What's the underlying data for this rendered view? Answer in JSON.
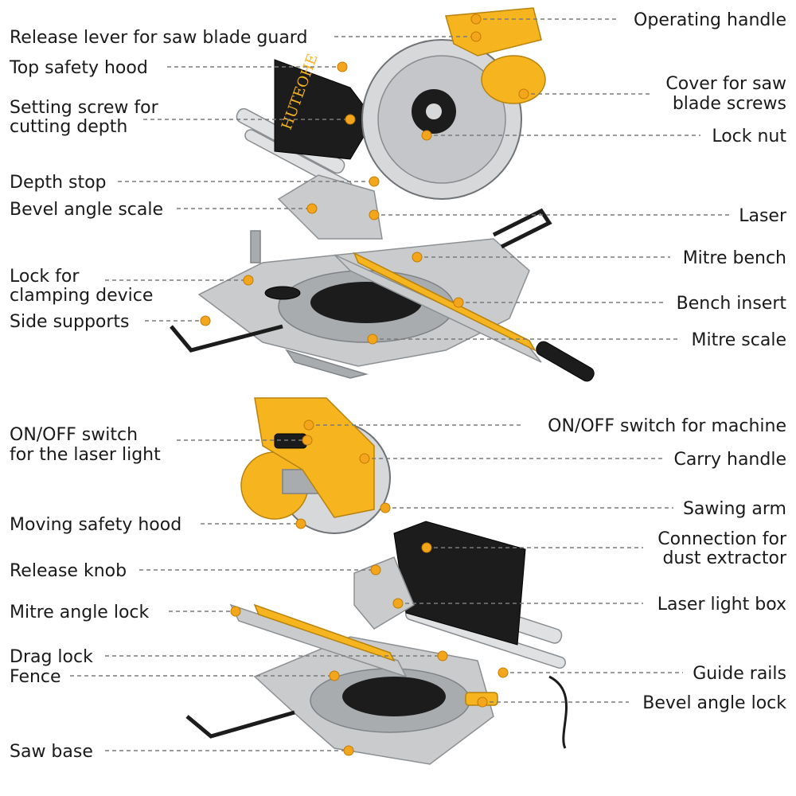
{
  "brand": "HUTEOHE",
  "colors": {
    "accent": "#f6b41f",
    "metal": "#c9cbcd",
    "bag": "#1c1c1c"
  },
  "top_view": {
    "left_labels": [
      "Release lever for saw blade guard",
      "Top safety hood",
      "Setting screw for",
      "cutting depth",
      "Depth stop",
      "Bevel angle scale",
      "Lock for",
      "clamping device",
      "Side supports"
    ],
    "right_labels": [
      "Operating handle",
      "Cover for saw",
      "blade screws",
      "Lock nut",
      "Laser",
      "Mitre bench",
      "Bench insert",
      "Mitre scale"
    ]
  },
  "bottom_view": {
    "left_labels": [
      "ON/OFF switch",
      "for the laser light",
      "Moving safety hood",
      "Release knob",
      "Mitre angle lock",
      "Drag lock",
      "Fence",
      "Saw base"
    ],
    "right_labels": [
      "ON/OFF switch for machine",
      "Carry handle",
      "Sawing arm",
      "Connection for",
      "dust extractor",
      "Laser light box",
      "Guide rails",
      "Bevel angle lock"
    ]
  }
}
